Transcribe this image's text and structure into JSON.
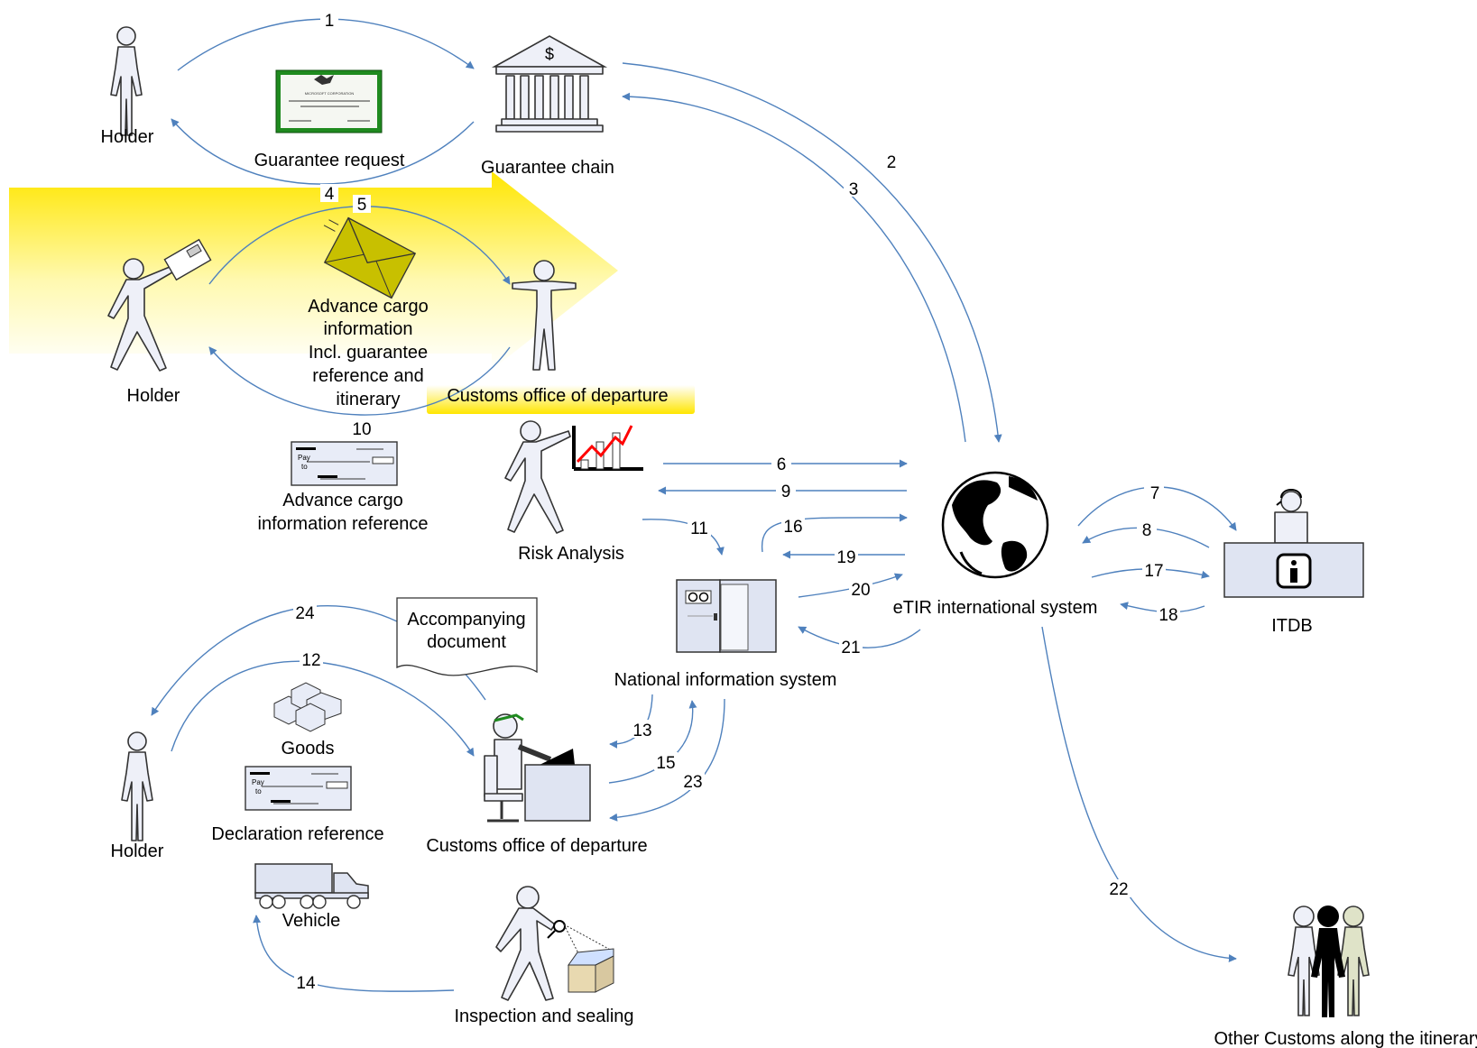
{
  "nodes": {
    "holder_top": "Holder",
    "guarantee_request": "Guarantee request",
    "guarantee_chain": "Guarantee chain",
    "holder_mid": "Holder",
    "advance_cargo_info": [
      "Advance cargo",
      "information",
      "Incl. guarantee",
      "reference and",
      "itinerary"
    ],
    "customs_departure_top": "Customs office of departure",
    "advance_cargo_ref": [
      "Advance cargo",
      "information reference"
    ],
    "risk_analysis": "Risk Analysis",
    "etir": "eTIR international system",
    "itdb": "ITDB",
    "national_system": "National information system",
    "accompanying_doc": [
      "Accompanying",
      "document"
    ],
    "goods": "Goods",
    "declaration_ref": "Declaration reference",
    "holder_bottom": "Holder",
    "customs_departure_bottom": "Customs office of departure",
    "vehicle": "Vehicle",
    "inspection": "Inspection and sealing",
    "other_customs": "Other Customs along the itinerary",
    "certificate_text": "MICROSOFT CORPORATION",
    "cheque_pay": "Pay",
    "cheque_to": "to",
    "bank_symbol": "$"
  },
  "steps": [
    "1",
    "2",
    "3",
    "4",
    "5",
    "6",
    "7",
    "8",
    "9",
    "10",
    "11",
    "12",
    "13",
    "14",
    "15",
    "16",
    "17",
    "18",
    "19",
    "20",
    "21",
    "22",
    "23",
    "24"
  ],
  "colors": {
    "arrow": "#4f81bd",
    "highlight": "#ffeb3b",
    "envelope": "#c8c000",
    "certificate_border": "#1f8a1f",
    "chart_line": "#ff0000"
  }
}
